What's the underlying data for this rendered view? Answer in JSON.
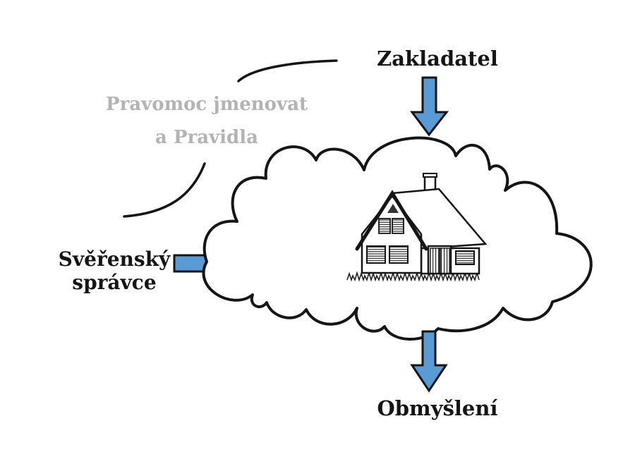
{
  "labels": {
    "founder": "Zakladatel",
    "power_line1": "Pravomoc jmenovat",
    "power_line2": "a Pravidla",
    "trustee_line1": "Svěřenský",
    "trustee_line2": "správce",
    "beneficiaries": "Obmyšlení"
  },
  "icons": {
    "cloud": "cloud-outline",
    "house": "house-clipart",
    "founder_arrow": "down-arrow",
    "beneficiaries_arrow": "down-arrow",
    "trustee_connector": "horizontal-bar",
    "annotation_arcs": "curved-brackets"
  },
  "colors": {
    "arrow_fill": "#5b9bd5",
    "ink": "#151515",
    "muted_text": "#b3b3b3",
    "background": "#ffffff"
  }
}
